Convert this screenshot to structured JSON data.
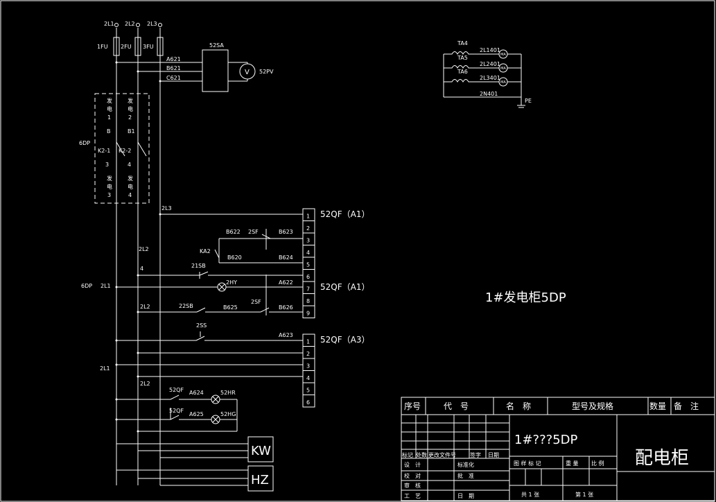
{
  "labels": {
    "bus1": "2L1",
    "bus2": "2L2",
    "bus3": "2L3",
    "fu1": "1FU",
    "fu2": "2FU",
    "fu3": "3FU",
    "sa": "52SA",
    "a621": "A621",
    "b621": "B621",
    "c621": "C621",
    "pv": "52PV",
    "v": "V",
    "gen1a": "发",
    "gen1b": "电",
    "gen1c": "1",
    "gen2a": "发",
    "gen2b": "电",
    "gen2c": "2",
    "gen3a": "发",
    "gen3b": "电",
    "gen3c": "3",
    "gen4a": "发",
    "gen4b": "电",
    "gen4c": "4",
    "b": "B",
    "b1": "B1",
    "dp6": "6DP",
    "k21": "K2-1",
    "k22": "K2-2",
    "n3": "3",
    "n4": "4",
    "ta4": "TA4",
    "ta5": "TA5",
    "ta6": "TA6",
    "l1401": "2L1401",
    "l2401": "2L2401",
    "l3401": "2L3401",
    "n401": "2N401",
    "pe": "PE",
    "ma": "MA",
    "l3": "2L3",
    "l2a": "2L2",
    "four": "4",
    "dp6b": "6DP",
    "l1a": "2L1",
    "l2b": "2L2",
    "l1b": "2L1",
    "l2c": "2L2",
    "b622": "B622",
    "sf2a": "2SF",
    "b623": "B623",
    "ka2": "KA2",
    "b620": "B620",
    "b624": "B624",
    "sb21": "21SB",
    "hy": "2HY",
    "a622": "A622",
    "sb22": "22SB",
    "b625": "B625",
    "sf2b": "2SF",
    "b626": "B626",
    "ss2": "2SS",
    "a623": "A623",
    "qf1": "52QF",
    "a624": "A624",
    "hr": "52HR",
    "qf2": "52QF",
    "a625": "A625",
    "hg": "52HG",
    "kw": "KW",
    "hz": "HZ",
    "qfa1": "52QF（A1）",
    "qfa2": "52QF（A1）",
    "qfa3": "52QF（A3）",
    "title": "1#发电柜5DP"
  },
  "terminals1": [
    "1",
    "2",
    "3",
    "4",
    "5",
    "6",
    "7",
    "8",
    "9"
  ],
  "terminals2": [
    "1",
    "2",
    "3",
    "4",
    "5",
    "6"
  ],
  "titleblock": {
    "h_seq": "序号",
    "h_code": "代　号",
    "h_name": "名　称",
    "h_model": "型号及规格",
    "h_qty": "数量",
    "h_note": "备　注",
    "r_mark": "标记",
    "r_count": "处数",
    "r_file": "更改文件号",
    "r_sign": "签字",
    "r_date": "日期",
    "design": "设　计",
    "std": "标准化",
    "check": "校　对",
    "approve": "批　准",
    "review": "审　核",
    "process": "工　艺",
    "date": "日　期",
    "drawing_no": "1#???5DP",
    "sample": "图 样 标 记",
    "weight": "重 量",
    "scale": "比 例",
    "sheets": "共 1 张",
    "sheet": "第 1 张",
    "product": "配电柜"
  }
}
